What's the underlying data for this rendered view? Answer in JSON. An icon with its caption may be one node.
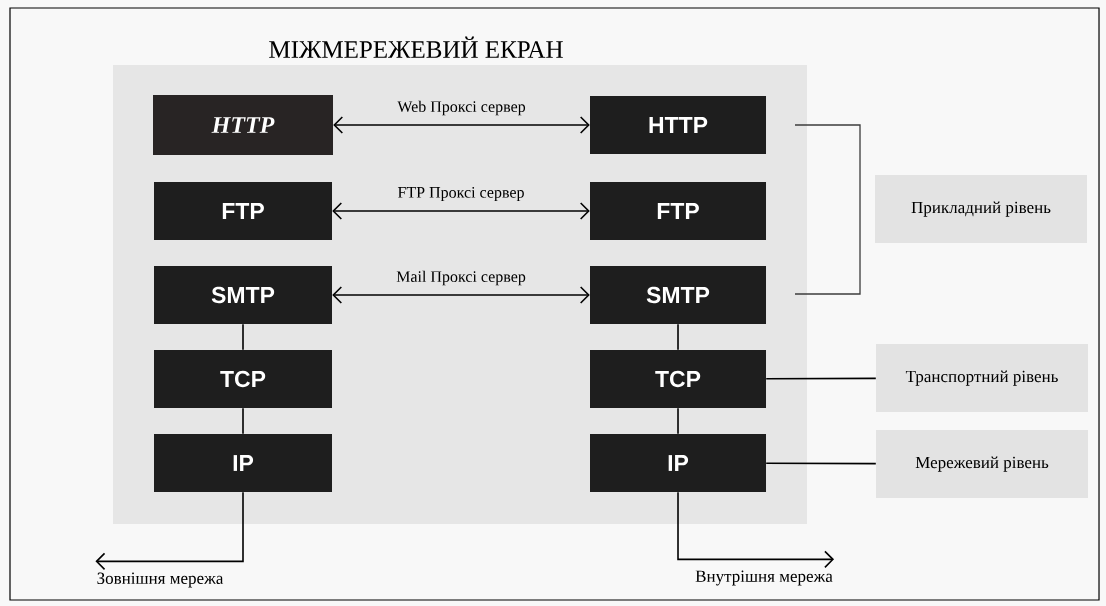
{
  "diagram": {
    "nodes": [
      {
        "text": [
          "МІЖМЕРЕЖЕВИЙ ЕКРАН"
        ]
      },
      {
        "text": [
          "HTTP"
        ],
        "in": 0
      },
      {
        "text": [
          "HTTP"
        ],
        "in": 0
      },
      {
        "text": [
          "FTP"
        ],
        "in": 0
      },
      {
        "text": [
          "FTP"
        ],
        "in": 0
      },
      {
        "text": [
          "SMTP"
        ],
        "in": 0
      },
      {
        "text": [
          "SMTP"
        ],
        "in": 0
      },
      {
        "text": [
          "TCP"
        ],
        "in": 0
      },
      {
        "text": [
          "TCP"
        ],
        "in": 0
      },
      {
        "text": [
          "IP"
        ],
        "in": 0
      },
      {
        "text": [
          "IP"
        ],
        "in": 0
      },
      {
        "text": [
          "Прикладний рівень"
        ]
      },
      {
        "text": [
          "Транспортний рівень"
        ]
      },
      {
        "text": [
          "Мережевий рівень"
        ]
      },
      {
        "text": [
          "Зовнішня мережа"
        ]
      },
      {
        "text": [
          "Внутрішня мережа"
        ]
      }
    ],
    "edges": [
      {
        "from": 1,
        "to": 2,
        "arrow": "both",
        "label": "Web Проксі сервер"
      },
      {
        "from": 3,
        "to": 4,
        "arrow": "both",
        "label": "FTP Проксі сервер"
      },
      {
        "from": 5,
        "to": 6,
        "arrow": "both",
        "label": "Mail Проксі сервер"
      },
      {
        "from": 5,
        "to": 7,
        "arrow": "none"
      },
      {
        "from": 7,
        "to": 9,
        "arrow": "none"
      },
      {
        "from": 6,
        "to": 8,
        "arrow": "none"
      },
      {
        "from": 8,
        "to": 10,
        "arrow": "none"
      },
      {
        "from": 9,
        "to": 14,
        "arrow": "to"
      },
      {
        "from": 10,
        "to": 15,
        "arrow": "to"
      },
      {
        "from": 8,
        "to": 12,
        "arrow": "none"
      },
      {
        "from": 10,
        "to": 13,
        "arrow": "none"
      }
    ]
  }
}
